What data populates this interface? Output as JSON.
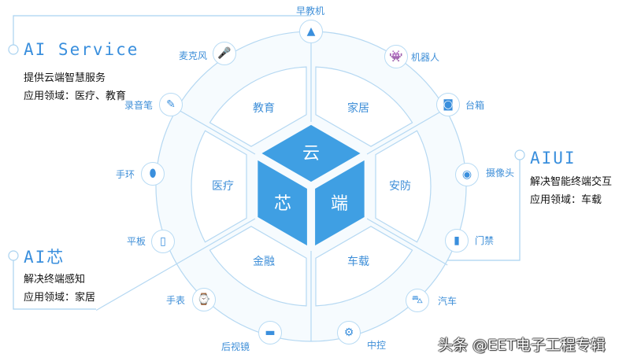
{
  "colors": {
    "accent": "#3f9fe3",
    "line": "#b5d8f2",
    "label": "#3f8fd8"
  },
  "cube": {
    "top": "云",
    "left": "芯",
    "right": "端"
  },
  "segments": {
    "education": "教育",
    "home": "家居",
    "security": "安防",
    "vehicle": "车载",
    "finance": "金融",
    "medical": "医疗"
  },
  "devices": [
    {
      "label": "早教机",
      "icon": "rocket-icon"
    },
    {
      "label": "机器人",
      "icon": "robot-icon"
    },
    {
      "label": "台箱",
      "icon": "speaker-icon"
    },
    {
      "label": "摄像头",
      "icon": "camera-icon"
    },
    {
      "label": "门禁",
      "icon": "door-icon"
    },
    {
      "label": "汽车",
      "icon": "car-icon"
    },
    {
      "label": "中控",
      "icon": "gear-icon"
    },
    {
      "label": "后视镜",
      "icon": "mirror-icon"
    },
    {
      "label": "手表",
      "icon": "watch-icon"
    },
    {
      "label": "平板",
      "icon": "tablet-icon"
    },
    {
      "label": "手环",
      "icon": "band-icon"
    },
    {
      "label": "录音笔",
      "icon": "pen-icon"
    },
    {
      "label": "麦克风",
      "icon": "microphone-icon"
    }
  ],
  "callouts": {
    "service": {
      "title": "AI Service",
      "line1": "提供云端智慧服务",
      "line2": "应用领域：医疗、教育"
    },
    "aiui": {
      "title": "AIUI",
      "line1": "解决智能终端交互",
      "line2": "应用领域：车载"
    },
    "chip": {
      "title": "AI芯",
      "line1": "解决终端感知",
      "line2": "应用领域：家居"
    }
  },
  "watermark": "头条 @EET电子工程专辑"
}
